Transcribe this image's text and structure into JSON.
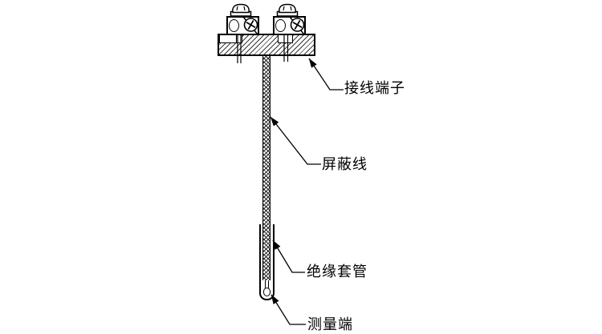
{
  "figure": {
    "type": "thermocouple-probe-technical-diagram",
    "callouts": [
      {
        "id": "terminal",
        "label": "接线端子"
      },
      {
        "id": "shielded-wire",
        "label": "屏蔽线"
      },
      {
        "id": "insulation-sleeve",
        "label": "绝缘套管"
      },
      {
        "id": "measuring-end",
        "label": "测量端"
      }
    ],
    "colors": {
      "line": "#000000",
      "background": "#ffffff"
    }
  }
}
